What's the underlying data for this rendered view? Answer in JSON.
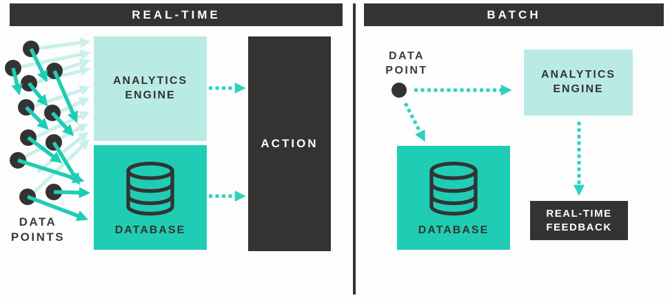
{
  "colors": {
    "dark": "#333333",
    "teal": "#1FCDB4",
    "teal_bright": "#2BD3BB",
    "teal_light": "#B9EBE4",
    "teal_pale": "#C9F0E9",
    "label": "#3A3A3A",
    "white": "#FFFFFF"
  },
  "realtime": {
    "header": "REAL-TIME",
    "data_points_label": "DATA POINTS",
    "analytics_label": "ANALYTICS ENGINE",
    "database_label": "DATABASE",
    "action_label": "ACTION"
  },
  "batch": {
    "header": "BATCH",
    "data_point_label": "DATA POINT",
    "analytics_label": "ANALYTICS ENGINE",
    "database_label": "DATABASE",
    "feedback_label": "REAL-TIME FEEDBACK"
  },
  "icons": {
    "database": "database-cylinder-icon",
    "data_point": "data-point-dot"
  },
  "scatter": {
    "dots": [
      [
        45,
        31
      ],
      [
        19,
        59
      ],
      [
        79,
        63
      ],
      [
        42,
        81
      ],
      [
        38,
        116
      ],
      [
        76,
        124
      ],
      [
        41,
        160
      ],
      [
        78,
        167
      ],
      [
        26,
        193
      ],
      [
        78,
        239
      ],
      [
        40,
        246
      ]
    ],
    "light_arrows": [
      [
        57,
        30,
        118,
        22
      ],
      [
        31,
        57,
        118,
        39
      ],
      [
        91,
        61,
        118,
        52
      ],
      [
        54,
        79,
        118,
        63
      ],
      [
        50,
        114,
        118,
        91
      ],
      [
        88,
        122,
        118,
        108
      ],
      [
        54,
        158,
        118,
        128
      ],
      [
        30,
        191,
        116,
        146
      ],
      [
        55,
        210,
        118,
        160
      ],
      [
        45,
        244,
        120,
        172
      ]
    ],
    "solid_arrows": [
      [
        45,
        31,
        62,
        66
      ],
      [
        19,
        59,
        25,
        84
      ],
      [
        79,
        63,
        106,
        125
      ],
      [
        42,
        81,
        60,
        103
      ],
      [
        38,
        116,
        60,
        138
      ],
      [
        76,
        124,
        97,
        147
      ],
      [
        41,
        160,
        78,
        188
      ],
      [
        78,
        167,
        108,
        216
      ],
      [
        26,
        193,
        108,
        219
      ],
      [
        78,
        239,
        116,
        240
      ],
      [
        40,
        246,
        114,
        274
      ]
    ]
  }
}
